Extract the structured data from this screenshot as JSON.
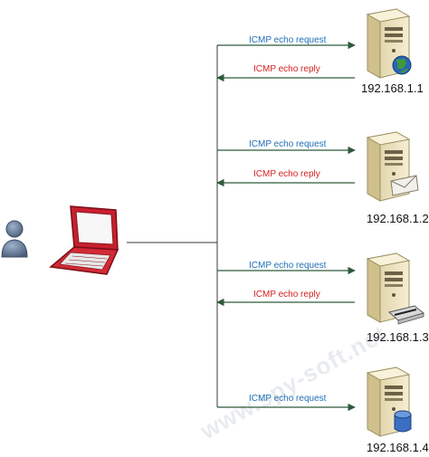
{
  "colors": {
    "request_text": "#1f6fb5",
    "reply_text": "#d62020",
    "arrow": "#2f5a3a",
    "line": "#3a3a3a",
    "laptop": "#c8202e",
    "server_body": "#efe6c4",
    "server_front": "#e9ddb3"
  },
  "icons": {
    "user": "user-icon",
    "laptop": "laptop-icon",
    "server": "server-icon",
    "globe": "globe-icon",
    "mail": "mail-icon",
    "printer": "printer-icon",
    "database": "database-icon"
  },
  "messages": {
    "request": "ICMP echo request",
    "reply": "ICMP echo reply"
  },
  "servers": [
    {
      "ip": "192.168.1.1",
      "badge": "globe-icon",
      "has_reply": true
    },
    {
      "ip": "192.168.1.2",
      "badge": "mail-icon",
      "has_reply": true
    },
    {
      "ip": "192.168.1.3",
      "badge": "printer-icon",
      "has_reply": true
    },
    {
      "ip": "192.168.1.4",
      "badge": "database-icon",
      "has_reply": false
    }
  ],
  "watermark": "www.spy-soft.net"
}
